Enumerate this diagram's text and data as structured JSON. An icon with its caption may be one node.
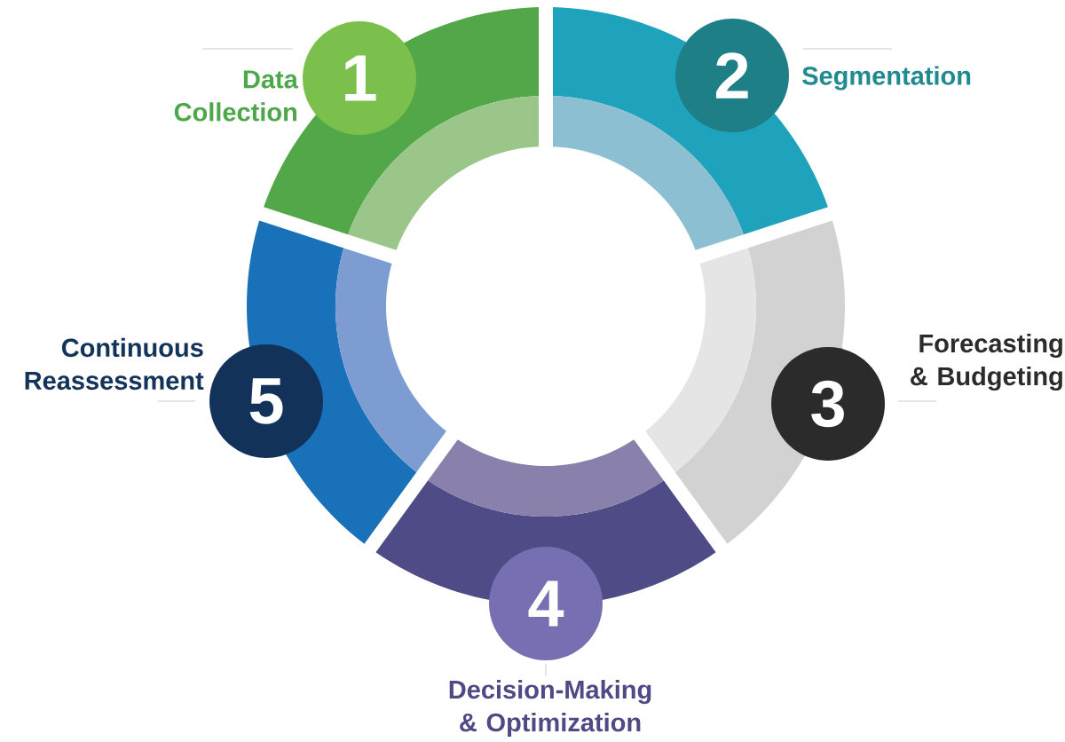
{
  "diagram": {
    "nodes": [
      {
        "text": [
          "1"
        ],
        "beside": [
          "Data Collection"
        ]
      },
      {
        "text": [
          "2"
        ],
        "beside": [
          "Segmentation"
        ]
      },
      {
        "text": [
          "3"
        ],
        "beside": [
          "Forecasting & Budgeting"
        ]
      },
      {
        "text": [
          "4"
        ],
        "beside": [
          "Decision-Making & Optimization"
        ]
      },
      {
        "text": [
          "5"
        ],
        "beside": [
          "Continuous Reassessment"
        ]
      }
    ]
  }
}
